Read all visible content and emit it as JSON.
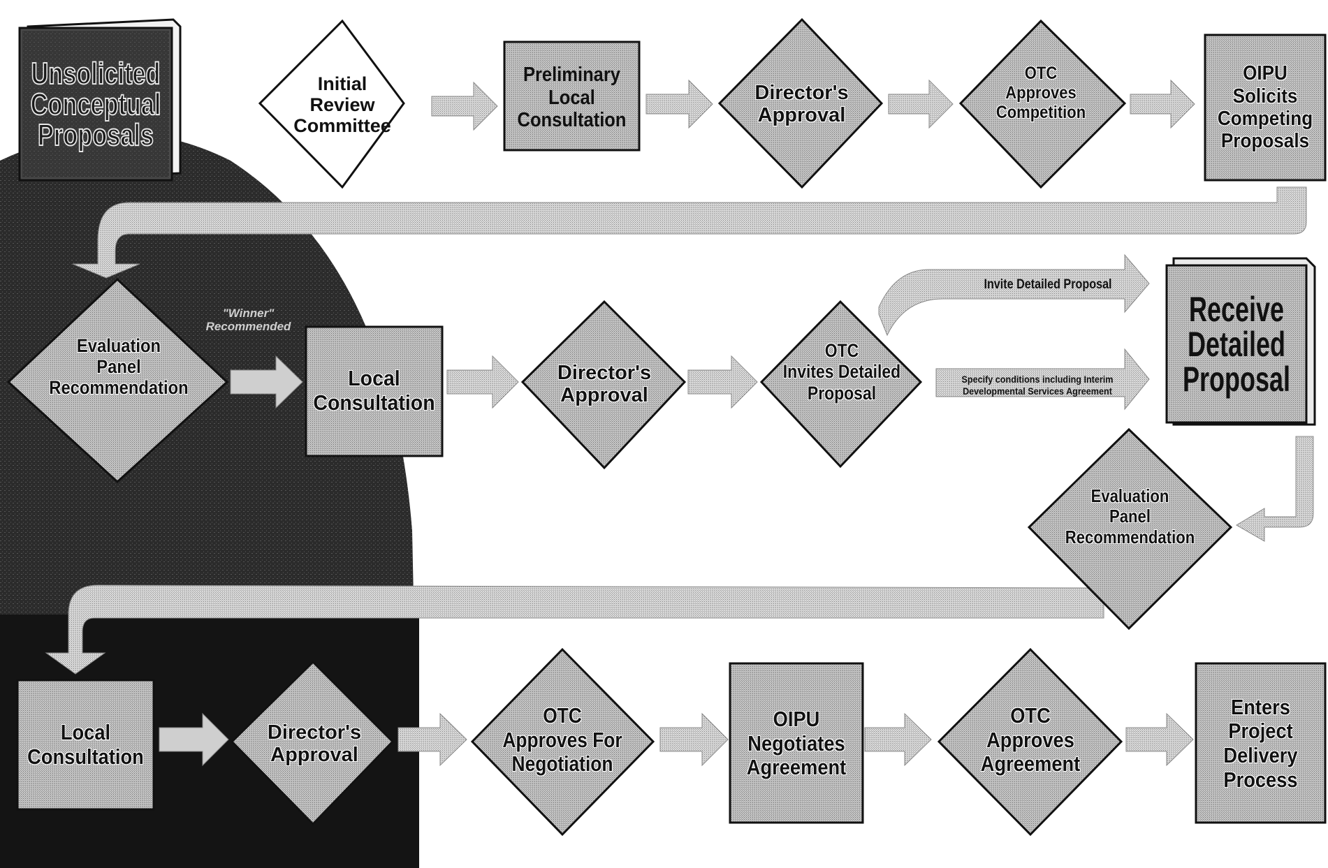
{
  "row1": {
    "start_book": "Unsolicited\nConceptual\nProposals",
    "initial_review": "Initial\nReview\nCommittee",
    "preliminary_consultation": "Preliminary\nLocal\nConsultation",
    "directors_approval": "Director's\nApproval",
    "otc_approves_competition": "OTC\nApproves\nCompetition",
    "oipu_solicits": "OIPU\nSolicits\nCompeting\nProposals"
  },
  "row2": {
    "evaluation_panel": "Evaluation\nPanel\nRecommendation",
    "winner_note": "\"Winner\"\nRecommended",
    "local_consultation": "Local\nConsultation",
    "directors_approval": "Director's\nApproval",
    "otc_invites": "OTC\nInvites Detailed\nProposal",
    "invite_label": "Invite Detailed Proposal",
    "specify_label": "Specify conditions including Interim\nDevelopmental Services Agreement",
    "receive_book": "Receive\nDetailed\nProposal",
    "evaluation_panel_2": "Evaluation\nPanel\nRecommendation"
  },
  "row3": {
    "local_consultation": "Local\nConsultation",
    "directors_approval": "Director's\nApproval",
    "otc_approves_negotiation": "OTC\nApproves For\nNegotiation",
    "oipu_negotiates": "OIPU\nNegotiates\nAgreement",
    "otc_approves_agreement": "OTC\nApproves\nAgreement",
    "enters_project": "Enters\nProject\nDelivery\nProcess"
  },
  "colors": {
    "node_fill": "#bdbdbd",
    "arrow_fill": "#d6d6d6",
    "dark_background": "#1a1a1a",
    "outline": "#111111"
  }
}
